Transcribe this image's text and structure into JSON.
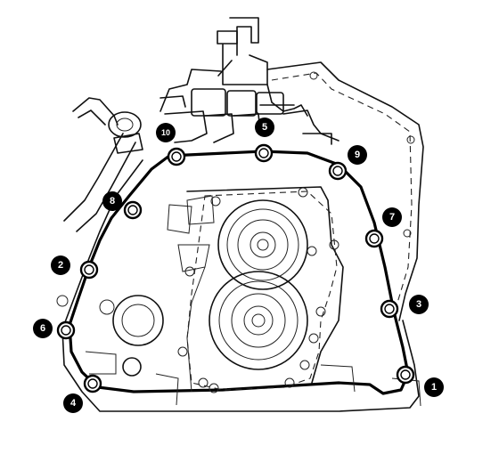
{
  "callouts": [
    {
      "label": "1"
    },
    {
      "label": "2"
    },
    {
      "label": "3"
    },
    {
      "label": "4"
    },
    {
      "label": "5"
    },
    {
      "label": "6"
    },
    {
      "label": "7"
    },
    {
      "label": "8"
    },
    {
      "label": "9"
    },
    {
      "label": "10"
    }
  ],
  "colors": {
    "ink": "#000000",
    "paper": "#ffffff"
  },
  "icons": [
    "transmission-housing",
    "valve-body",
    "bolt",
    "callout-marker"
  ]
}
